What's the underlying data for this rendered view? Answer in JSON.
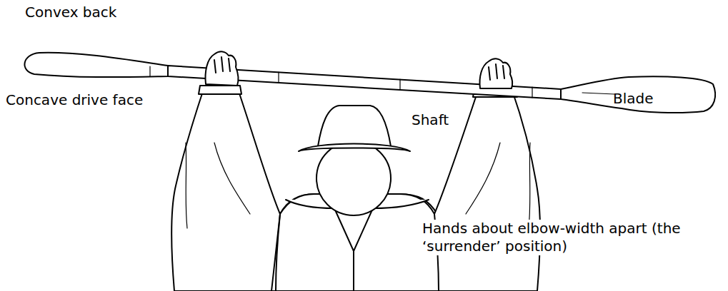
{
  "diagram": {
    "labels": [
      "Convex back",
      "Concave drive face",
      "Shaft",
      "Blade",
      "Hands about elbow-width apart (the ‘surrender’ position)"
    ]
  }
}
